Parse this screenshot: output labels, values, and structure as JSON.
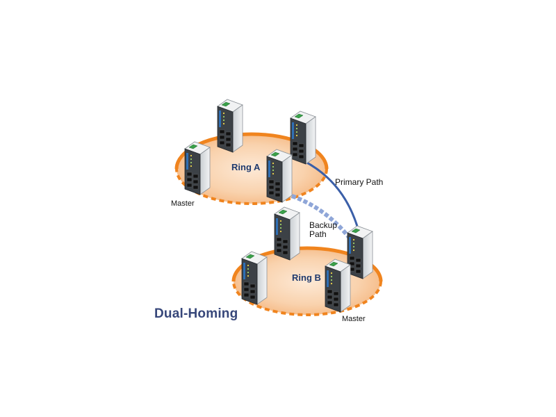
{
  "diagram": {
    "title": "Dual-Homing",
    "rings": [
      {
        "label": "Ring A",
        "master_label": "Master"
      },
      {
        "label": "Ring B",
        "master_label": "Master"
      }
    ],
    "paths": {
      "primary": "Primary Path",
      "backup_line1": "Backup",
      "backup_line2": "Path"
    },
    "colors": {
      "ring": "#f0841e",
      "ring_fill": "#fbd6b2",
      "primary_path": "#3b5fa8",
      "backup_path": "#8fa6d8",
      "title": "#37477a",
      "switch_body": "#dfe3e6",
      "switch_front": "#3c4146",
      "switch_accent": "#2f6fb5",
      "switch_top_connector": "#3aa04a"
    }
  }
}
